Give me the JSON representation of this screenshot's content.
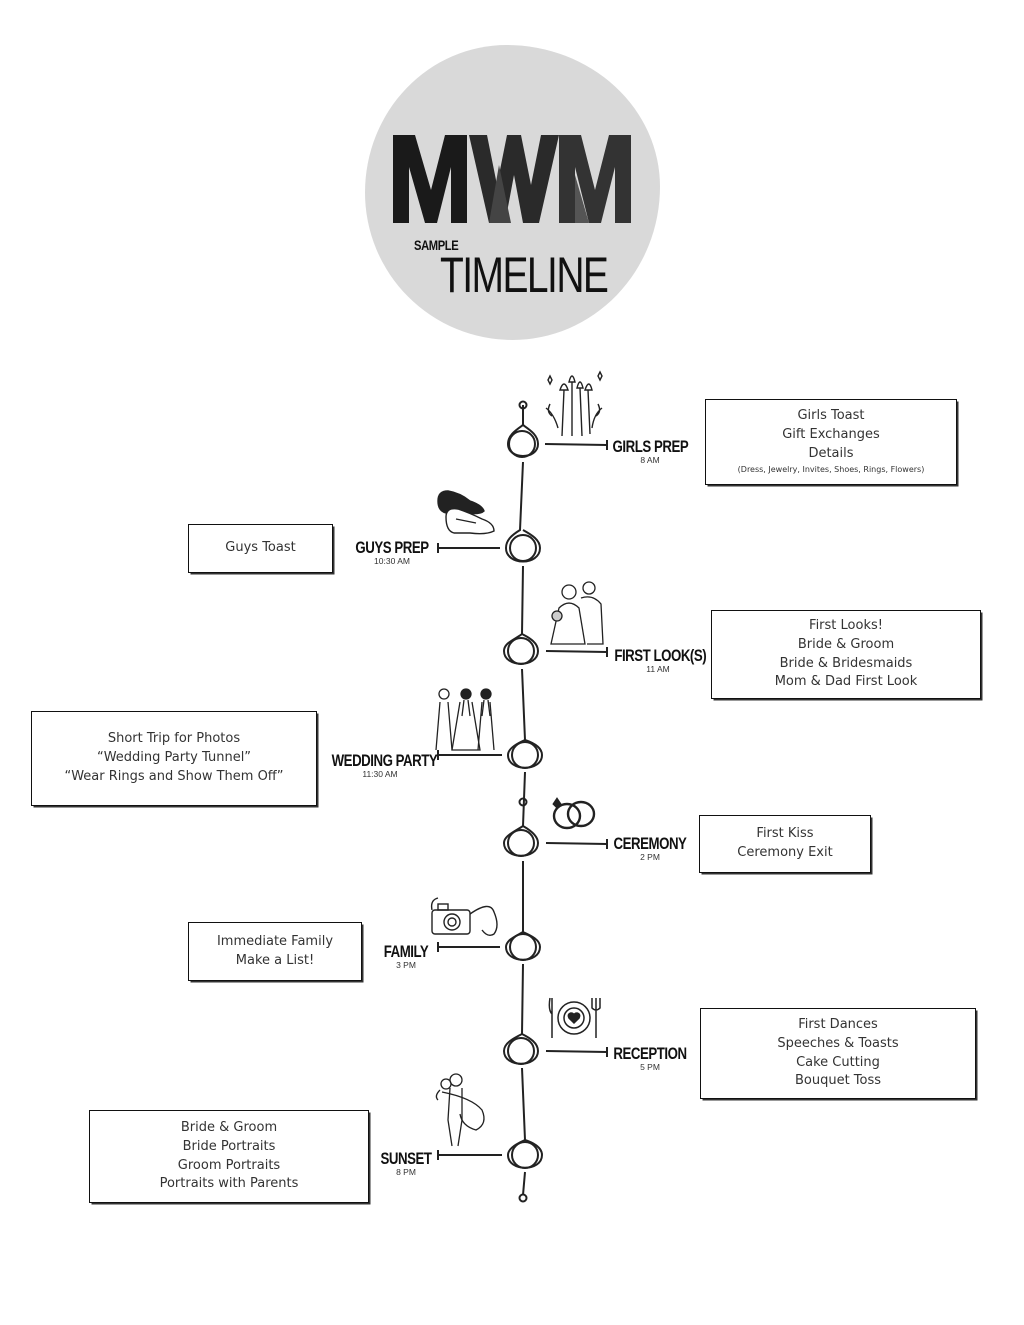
{
  "header": {
    "logo_text": "MWM",
    "sample": "SAMPLE",
    "title": "TIMELINE"
  },
  "events": [
    {
      "name": "GIRLS PREP",
      "time": "8 AM",
      "icon": "makeup-brushes-icon",
      "notes": [
        "Girls Toast",
        "Gift Exchanges",
        "Details"
      ],
      "note_small": "(Dress, Jewelry, Invites, Shoes, Rings, Flowers)"
    },
    {
      "name": "GUYS PREP",
      "time": "10:30 AM",
      "icon": "dress-shoes-icon",
      "notes": [
        "Guys Toast"
      ]
    },
    {
      "name": "FIRST LOOK(S)",
      "time": "11 AM",
      "icon": "couple-icon",
      "notes": [
        "First Looks!",
        "Bride & Groom",
        "Bride & Bridesmaids",
        "Mom & Dad First Look"
      ]
    },
    {
      "name": "WEDDING PARTY",
      "time": "11:30 AM",
      "icon": "bridesmaids-icon",
      "notes": [
        "Short Trip for Photos",
        "“Wedding Party Tunnel”",
        "“Wear Rings and Show Them Off”"
      ]
    },
    {
      "name": "CEREMONY",
      "time": "2 PM",
      "icon": "rings-icon",
      "notes": [
        "First Kiss",
        "Ceremony Exit"
      ]
    },
    {
      "name": "FAMILY",
      "time": "3 PM",
      "icon": "camera-icon",
      "notes": [
        "Immediate Family",
        "Make a List!"
      ]
    },
    {
      "name": "RECEPTION",
      "time": "5 PM",
      "icon": "dinner-plate-icon",
      "notes": [
        "First Dances",
        "Speeches & Toasts",
        "Cake Cutting",
        "Bouquet Toss"
      ]
    },
    {
      "name": "SUNSET",
      "time": "8 PM",
      "icon": "groom-carrying-bride-icon",
      "notes": [
        "Bride & Groom",
        "Bride Portraits",
        "Groom Portraits",
        "Portraits with Parents"
      ]
    }
  ]
}
